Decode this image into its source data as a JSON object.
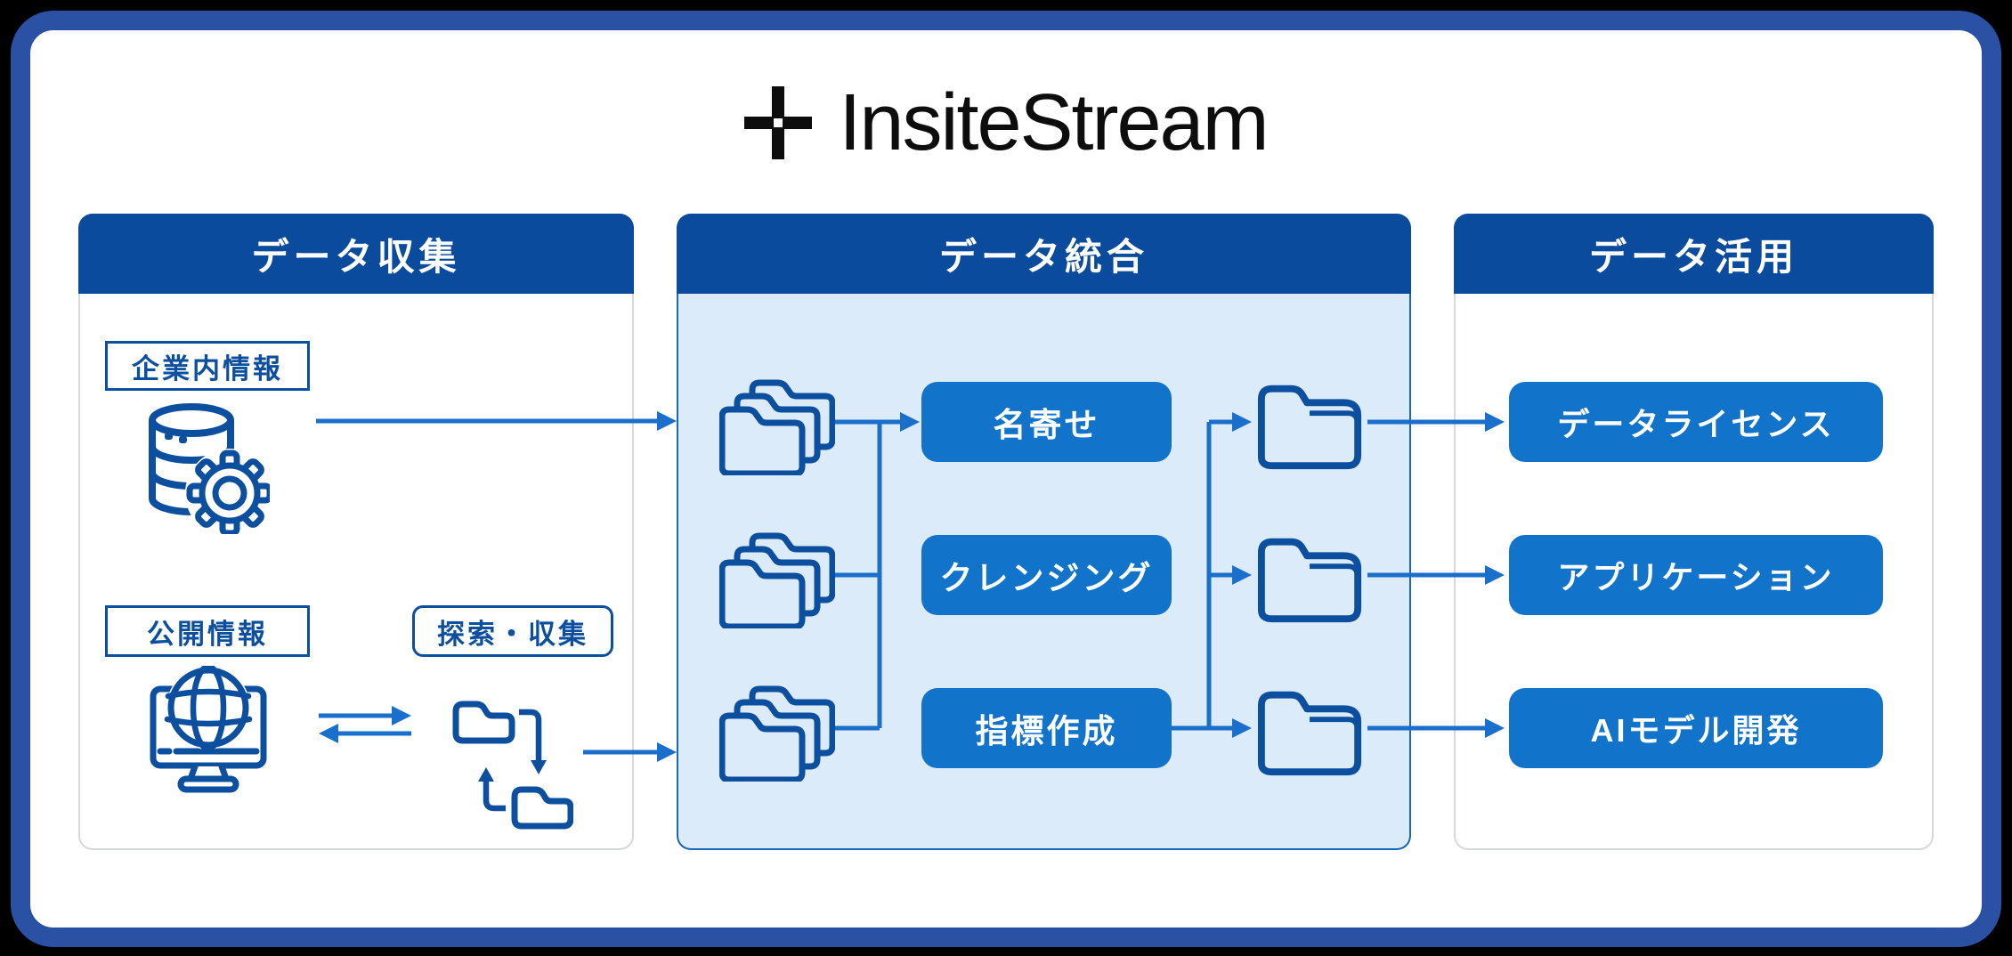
{
  "brand": {
    "name": "InsiteStream"
  },
  "colors": {
    "frame_border": "#2B51A5",
    "header_bg": "#0A4B9D",
    "button_bg": "#1173C9",
    "integration_panel_bg": "#DCEBFA",
    "integration_panel_border": "#1B66B8",
    "side_panel_border": "#D5D9DE",
    "icon_stroke": "#0D4F9F",
    "connector": "#1A6FCA",
    "label_text": "#0D4F9F"
  },
  "columns": {
    "collection": {
      "title": "データ収集",
      "internal_label": "企業内情報",
      "public_label": "公開情報",
      "explore_label": "探索・収集"
    },
    "integration": {
      "title": "データ統合",
      "steps": [
        "名寄せ",
        "クレンジング",
        "指標作成"
      ]
    },
    "utilization": {
      "title": "データ活用",
      "outputs": [
        "データライセンス",
        "アプリケーション",
        "AIモデル開発"
      ]
    }
  }
}
